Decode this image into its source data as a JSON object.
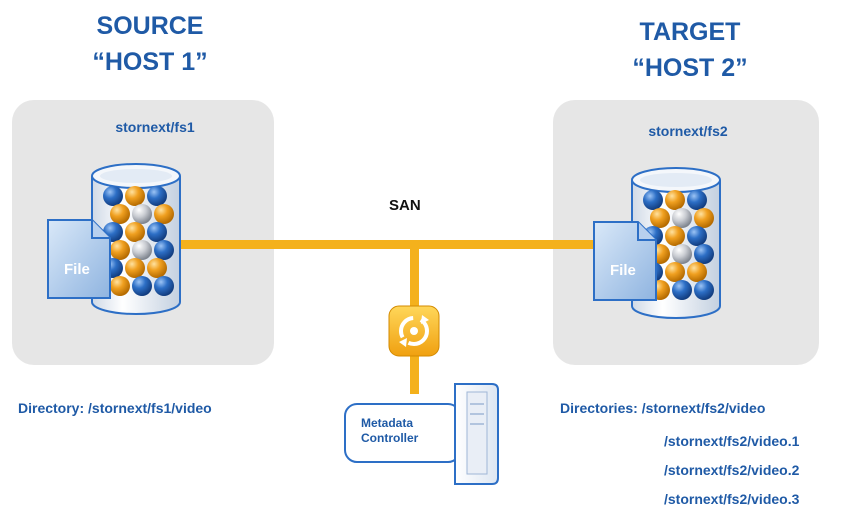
{
  "source": {
    "role": "SOURCE",
    "host": "“HOST 1”",
    "filesystem": "stornext/fs1",
    "file_label": "File",
    "directory_text": "Directory: /stornext/fs1/video"
  },
  "target": {
    "role": "TARGET",
    "host": "“HOST 2”",
    "filesystem": "stornext/fs2",
    "file_label": "File",
    "directories_text": "Directories: /stornext/fs2/video",
    "extra_directories": [
      "/stornext/fs2/video.1",
      "/stornext/fs2/video.2",
      "/stornext/fs2/video.3"
    ]
  },
  "network": {
    "label": "SAN"
  },
  "controller": {
    "label_line1": "Metadata",
    "label_line2": "Controller"
  },
  "colors": {
    "title_blue": "#1f5aa6",
    "san_orange": "#f4b11c",
    "panel_gray": "#e6e6e6",
    "sphere_blue": "#2d6fc6",
    "sphere_orange": "#f0a020",
    "sphere_silver": "#c9ccd2"
  },
  "icons": [
    "database-cylinder-icon",
    "file-icon",
    "sync-arrows-icon",
    "server-tower-icon"
  ]
}
